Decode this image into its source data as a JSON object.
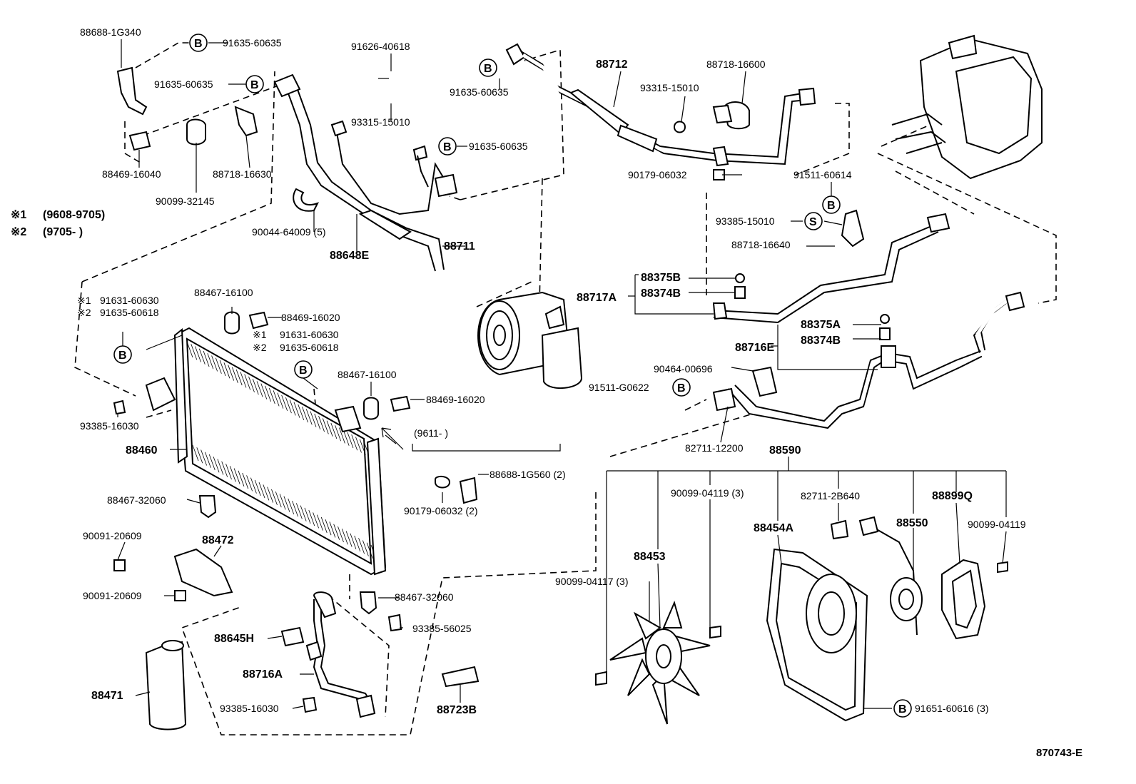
{
  "drawing_code": "870743-E",
  "notes": [
    {
      "mark": "※1",
      "text": "(9608-9705)"
    },
    {
      "mark": "※2",
      "text": "(9705-        )"
    }
  ],
  "range_note": "(9611-        )",
  "labels": {
    "p88688_1G340": "88688-1G340",
    "p91635_60635_a": "91635-60635",
    "p91635_60635_b": "91635-60635",
    "p91626_40618": "91626-40618",
    "p93315_15010_a": "93315-15010",
    "p88469_16040": "88469-16040",
    "p88718_16630": "88718-16630",
    "p90099_32145": "90099-32145",
    "p90044_64009": "90044-64009 (5)",
    "p88648E": "88648E",
    "p88711": "88711",
    "p91635_60635_c": "91635-60635",
    "p91635_60635_d": "91635-60635",
    "p88712": "88712",
    "p88718_16600": "88718-16600",
    "p93315_15010_b": "93315-15010",
    "p90179_06032_a": "90179-06032",
    "p91511_60614": "91511-60614",
    "p93385_15010": "93385-15010",
    "p88718_16640": "88718-16640",
    "p88375B": "88375B",
    "p88374B_a": "88374B",
    "p88717A": "88717A",
    "p88375A": "88375A",
    "p88374B_b": "88374B",
    "p88716E": "88716E",
    "p90464_00696": "90464-00696",
    "p91511_G0622": "91511-G0622",
    "p82711_12200": "82711-12200",
    "p88590": "88590",
    "p91631_60630_a": "91631-60630",
    "p91635_60618_a": "91635-60618",
    "p88467_16100_a": "88467-16100",
    "p88469_16020_a": "88469-16020",
    "p91631_60630_b": "91631-60630",
    "p91635_60618_b": "91635-60618",
    "p88467_16100_b": "88467-16100",
    "p88469_16020_b": "88469-16020",
    "p93385_16030_a": "93385-16030",
    "p88460": "88460",
    "p88688_1G560": "88688-1G560 (2)",
    "p90179_06032_b": "90179-06032 (2)",
    "p88467_32060_a": "88467-32060",
    "p90091_20609_a": "90091-20609",
    "p88472": "88472",
    "p90091_20609_b": "90091-20609",
    "p88467_32060_b": "88467-32060",
    "p93385_56025": "93385-56025",
    "p88645H": "88645H",
    "p88716A": "88716A",
    "p88471": "88471",
    "p93385_16030_b": "93385-16030",
    "p88723B": "88723B",
    "p90099_04119_a": "90099-04119 (3)",
    "p82711_2B640": "82711-2B640",
    "p88899Q": "88899Q",
    "p90099_04119_b": "90099-04119",
    "p88454A": "88454A",
    "p88550": "88550",
    "p88453": "88453",
    "p90099_04117": "90099-04117 (3)",
    "p91651_60616": "91651-60616 (3)"
  },
  "circle_marks": {
    "b": "B",
    "s": "S"
  }
}
